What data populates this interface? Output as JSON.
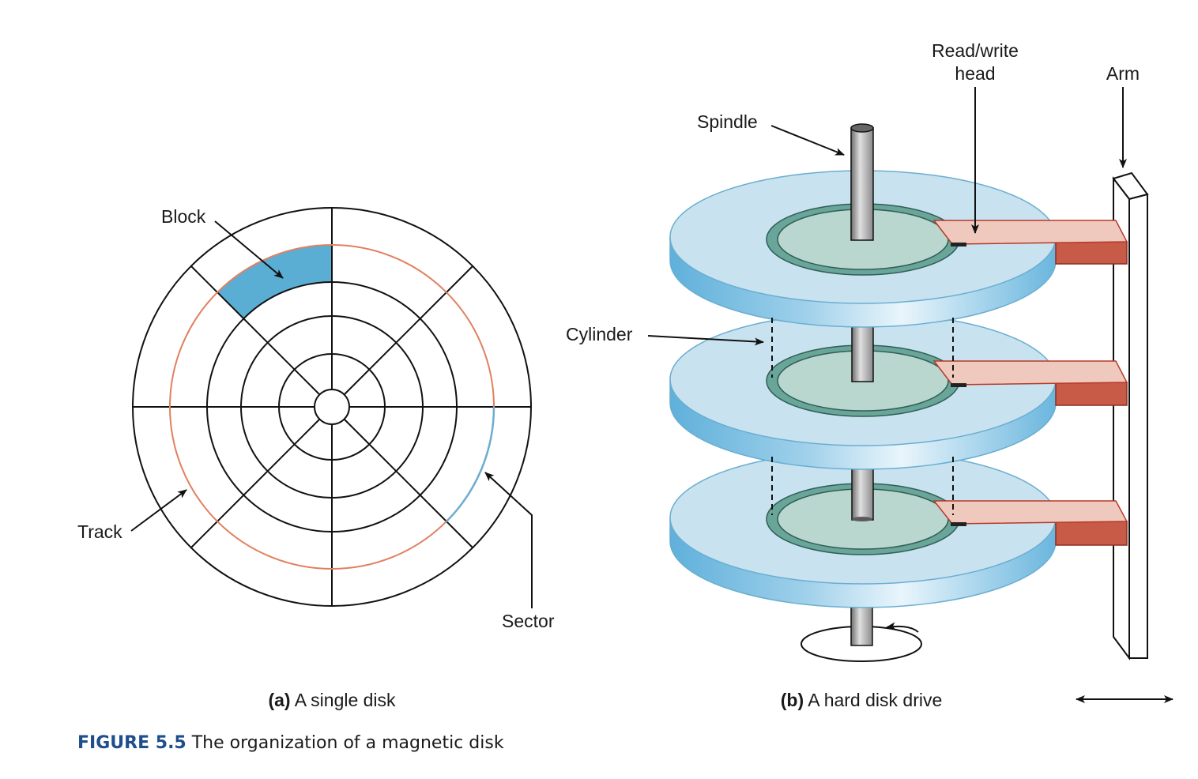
{
  "labels": {
    "block": "Block",
    "track": "Track",
    "sector": "Sector",
    "spindle": "Spindle",
    "read_write_head_line1": "Read/write",
    "read_write_head_line2": "head",
    "arm": "Arm",
    "cylinder": "Cylinder"
  },
  "captions": {
    "a_tag": "(a)",
    "a_text": " A single disk",
    "b_tag": "(b)",
    "b_text": " A hard disk drive"
  },
  "figure": {
    "number": "FIGURE 5.5",
    "title": " The organization of a magnetic disk"
  },
  "colors": {
    "track": "#e08060",
    "sector": "#6aaed0",
    "block": "#5aaed4",
    "platter_top": "#c9e2f0",
    "platter_edge": "#7cbde0",
    "hub": "#b9d6cf",
    "hub_ring": "#6aa59a",
    "head_top": "#efc9bd",
    "head_bottom": "#c85a48",
    "figure_accent": "#1f4e8c"
  }
}
